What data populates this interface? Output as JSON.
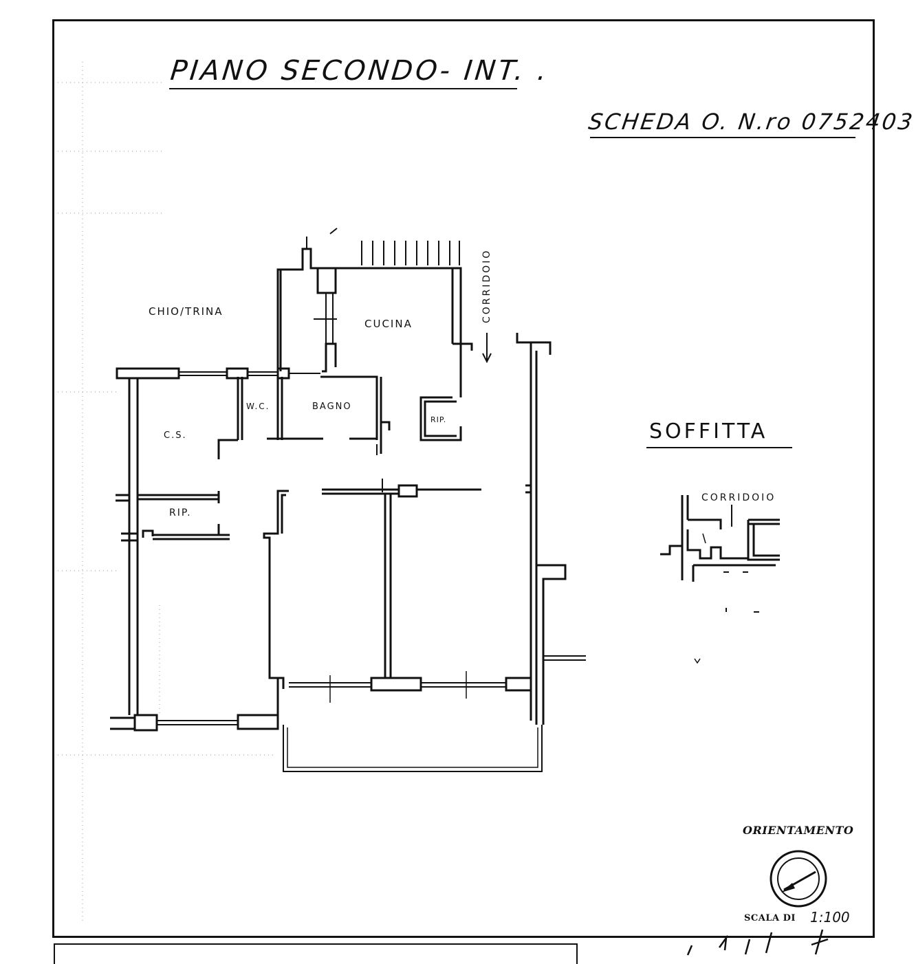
{
  "titles": {
    "floor_title": "PIANO SECONDO- INT. .",
    "scheda": "SCHEDA O. N.ro 0752403",
    "soffitta": "SOFFITTA"
  },
  "rooms": {
    "chiostrina": "CHIO/TRINA",
    "cucina": "CUCINA",
    "corridoio_main": "CORRIDOIO",
    "wc": "W.C.",
    "bagno": "BAGNO",
    "rip_kitchen": "RIP.",
    "cs": "C.S.",
    "rip_left": "RIP.",
    "corridoio_soffitta": "CORRIDOIO"
  },
  "legend": {
    "orientamento": "ORIENTAMENTO",
    "scala_label": "SCALA DI",
    "scala_value": "1:100"
  },
  "colors": {
    "ink": "#111111",
    "paper": "#ffffff",
    "grid": "#9a9a9a"
  },
  "icons": {
    "compass": "north-arrow-icon"
  }
}
